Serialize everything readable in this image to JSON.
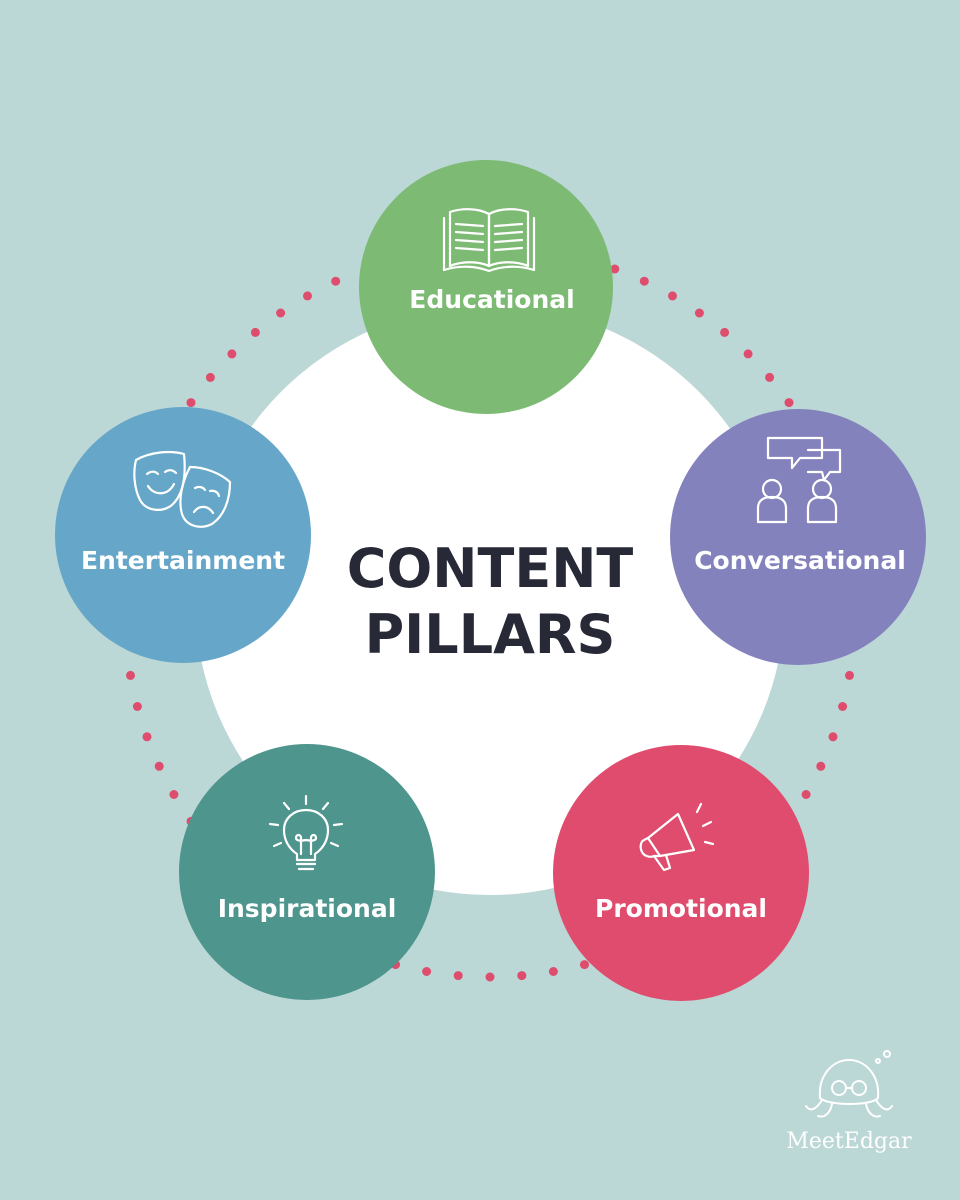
{
  "center": {
    "title_line1": "CONTENT",
    "title_line2": "PILLARS"
  },
  "pillars": [
    {
      "label": "Educational",
      "icon": "open-book-icon",
      "color": "#7dba74"
    },
    {
      "label": "Conversational",
      "icon": "chat-people-icon",
      "color": "#8482bd"
    },
    {
      "label": "Promotional",
      "icon": "megaphone-icon",
      "color": "#df4c6d"
    },
    {
      "label": "Inspirational",
      "icon": "lightbulb-icon",
      "color": "#4e958d"
    },
    {
      "label": "Entertainment",
      "icon": "theater-masks-icon",
      "color": "#66a7c9"
    }
  ],
  "brand": {
    "name": "MeetEdgar",
    "logo_icon": "octopus-logo-icon"
  },
  "colors": {
    "background": "#bbd7d6",
    "center_circle": "#ffffff",
    "dots": "#de4d6d",
    "title": "#272a36"
  }
}
